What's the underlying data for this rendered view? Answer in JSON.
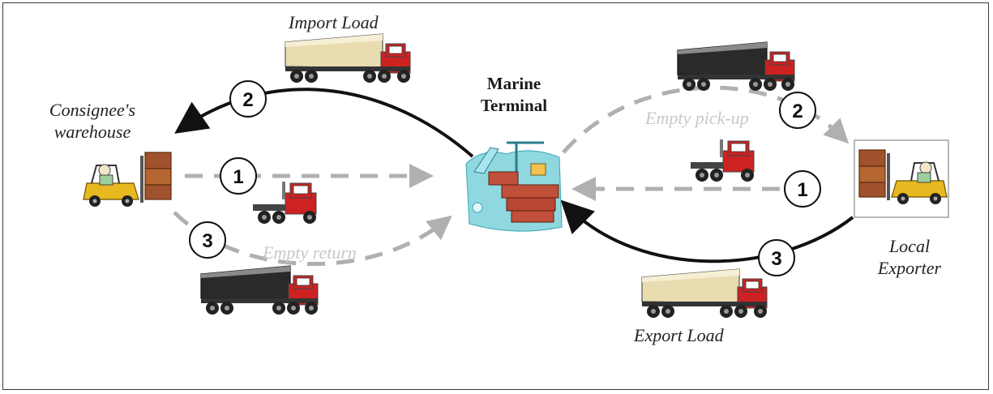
{
  "labels": {
    "import_load": "Import Load",
    "consignee_line1": "Consignee's",
    "consignee_line2": "warehouse",
    "terminal_line1": "Marine",
    "terminal_line2": "Terminal",
    "empty_pickup": "Empty pick-up",
    "empty_return": "Empty return",
    "exporter_line1": "Local",
    "exporter_line2": "Exporter",
    "export_load": "Export Load"
  },
  "steps": {
    "left_1": "1",
    "left_2": "2",
    "left_3": "3",
    "right_1": "1",
    "right_2": "2",
    "right_3": "3"
  },
  "icons": [
    "truck-loaded-icon",
    "truck-tractor-icon",
    "truck-empty-container-icon",
    "forklift-icon",
    "port-crane-icon"
  ],
  "colors": {
    "loaded_flow": "#111111",
    "empty_flow": "#b0b0b0",
    "truck_cab": "#cc2222",
    "trailer_loaded": "#e8dcb0",
    "trailer_empty": "#2a2a2a",
    "forklift": "#e8b820",
    "crate": "#a0522d",
    "terminal_water": "#8fd8e0"
  }
}
